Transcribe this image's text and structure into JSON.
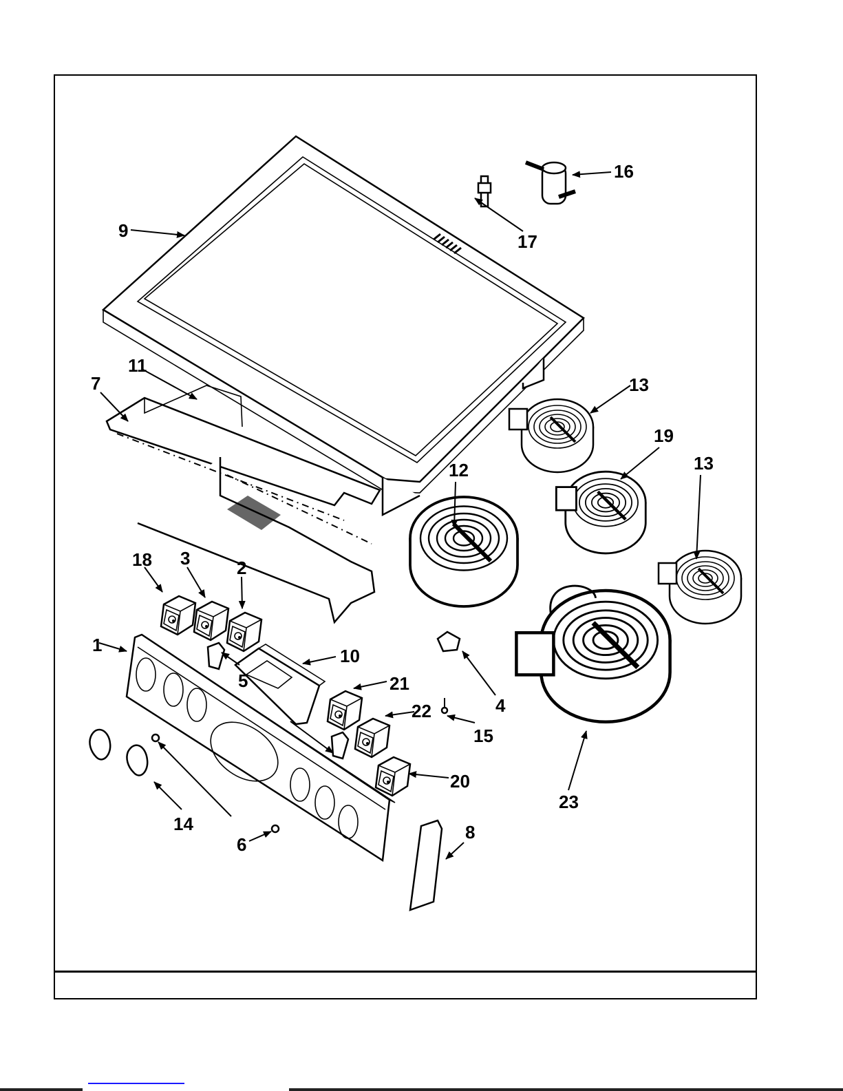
{
  "diagram": {
    "type": "exploded-parts-view",
    "subject": "Electric range cooktop and control panel",
    "callouts": [
      {
        "id": "1",
        "label": "1",
        "part": "control-panel"
      },
      {
        "id": "2",
        "label": "2",
        "part": "infinite-switch"
      },
      {
        "id": "3",
        "label": "3",
        "part": "infinite-switch"
      },
      {
        "id": "4",
        "label": "4",
        "part": "clip"
      },
      {
        "id": "5",
        "label": "5",
        "part": "indicator-light"
      },
      {
        "id": "6",
        "label": "6",
        "part": "knob-insert"
      },
      {
        "id": "7",
        "label": "7",
        "part": "panel-bracket"
      },
      {
        "id": "8",
        "label": "8",
        "part": "end-cap"
      },
      {
        "id": "9",
        "label": "9",
        "part": "cooktop-glass-frame"
      },
      {
        "id": "10",
        "label": "10",
        "part": "electronic-clock-control"
      },
      {
        "id": "11",
        "label": "11",
        "part": "rear-channel"
      },
      {
        "id": "12",
        "label": "12",
        "part": "radiant-element-large"
      },
      {
        "id": "13",
        "label": "13",
        "part": "radiant-element-small"
      },
      {
        "id": "14",
        "label": "14",
        "part": "knob"
      },
      {
        "id": "15",
        "label": "15",
        "part": "screw"
      },
      {
        "id": "16",
        "label": "16",
        "part": "limiter"
      },
      {
        "id": "17",
        "label": "17",
        "part": "sensor"
      },
      {
        "id": "18",
        "label": "18",
        "part": "infinite-switch"
      },
      {
        "id": "19",
        "label": "19",
        "part": "radiant-element-medium"
      },
      {
        "id": "20",
        "label": "20",
        "part": "infinite-switch"
      },
      {
        "id": "21",
        "label": "21",
        "part": "infinite-switch"
      },
      {
        "id": "22",
        "label": "22",
        "part": "infinite-switch"
      },
      {
        "id": "23",
        "label": "23",
        "part": "dual-radiant-element"
      }
    ],
    "second_callout_13": "13"
  },
  "footer": {
    "caption": ""
  }
}
